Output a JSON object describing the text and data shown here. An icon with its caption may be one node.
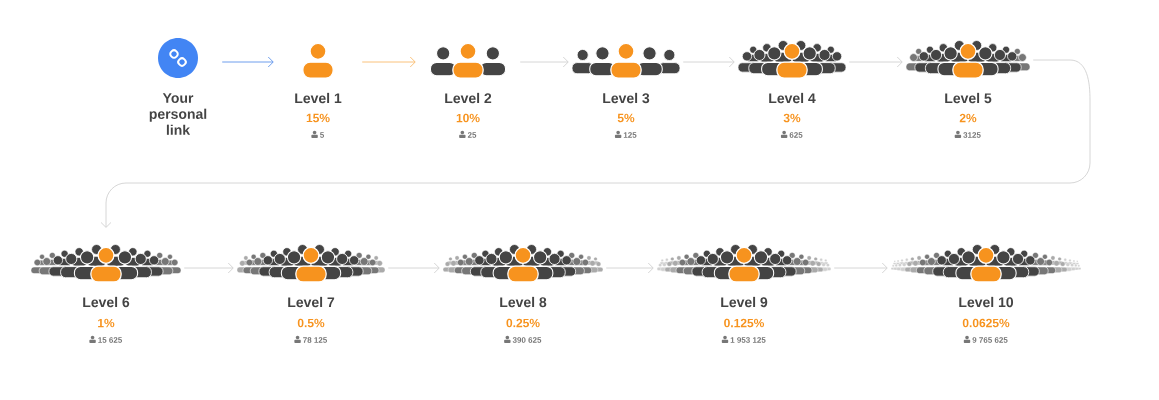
{
  "diagram": {
    "nodes": [
      {
        "text": [
          "Your personal link"
        ]
      },
      {
        "text": [
          "Level 1",
          "15%",
          "5"
        ]
      },
      {
        "text": [
          "Level 2",
          "10%",
          "25"
        ]
      },
      {
        "text": [
          "Level 3",
          "5%",
          "125"
        ]
      },
      {
        "text": [
          "Level 4",
          "3%",
          "625"
        ]
      },
      {
        "text": [
          "Level 5",
          "2%",
          "3125"
        ]
      },
      {
        "text": [
          "Level 6",
          "1%",
          "15 625"
        ]
      },
      {
        "text": [
          "Level 7",
          "0.5%",
          "78 125"
        ]
      },
      {
        "text": [
          "Level 8",
          "0.25%",
          "390 625"
        ]
      },
      {
        "text": [
          "Level 9",
          "0.125%",
          "1 953 125"
        ]
      },
      {
        "text": [
          "Level 10",
          "0.0625%",
          "9 765 625"
        ]
      }
    ],
    "edges": [
      {
        "from": 0,
        "to": 1,
        "arrow": "to",
        "color": "#4a86e8"
      },
      {
        "from": 1,
        "to": 2,
        "arrow": "to",
        "color": "#f9b35b"
      },
      {
        "from": 2,
        "to": 3,
        "arrow": "to"
      },
      {
        "from": 3,
        "to": 4,
        "arrow": "to"
      },
      {
        "from": 4,
        "to": 5,
        "arrow": "to"
      },
      {
        "from": 5,
        "to": 6,
        "arrow": "to"
      },
      {
        "from": 6,
        "to": 7,
        "arrow": "to"
      },
      {
        "from": 7,
        "to": 8,
        "arrow": "to"
      },
      {
        "from": 8,
        "to": 9,
        "arrow": "to"
      },
      {
        "from": 9,
        "to": 10,
        "arrow": "to"
      }
    ]
  }
}
